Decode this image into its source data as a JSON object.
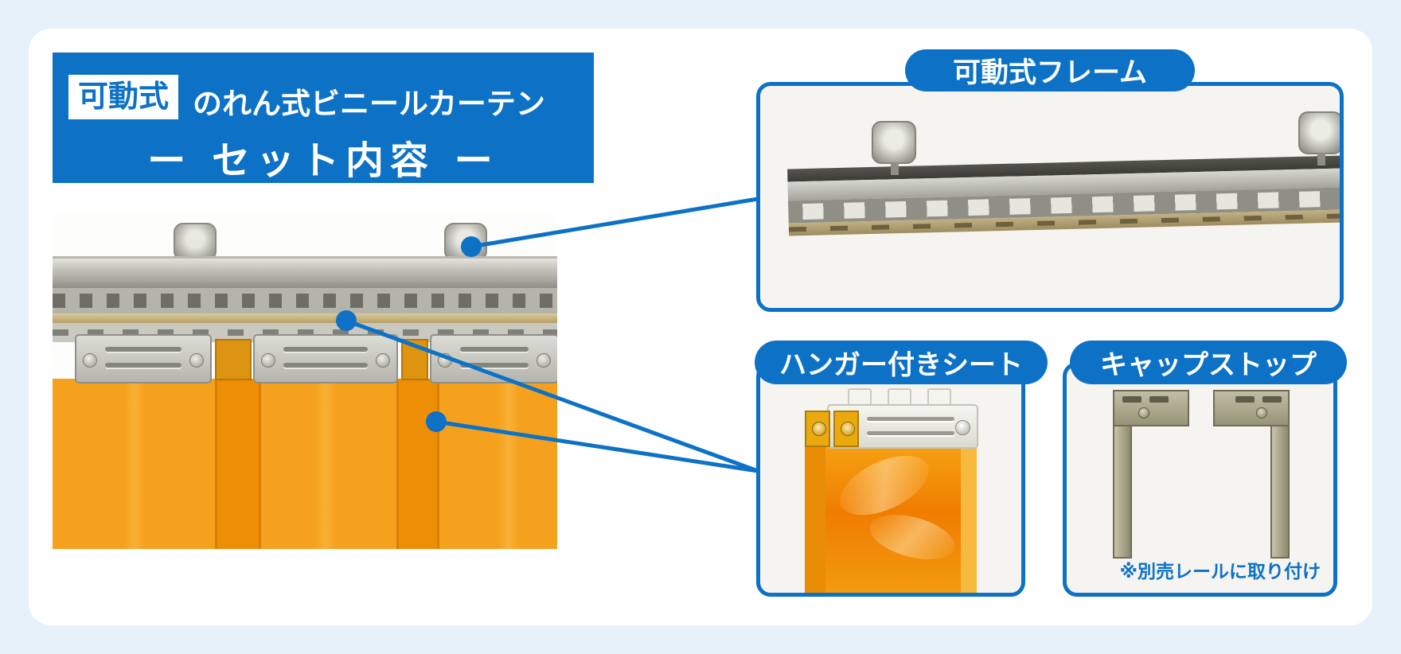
{
  "header": {
    "badge": "可動式",
    "title": "のれん式ビニールカーテン",
    "subtitle": "ー セット内容 ー"
  },
  "panels": {
    "frame_label": "可動式フレーム",
    "sheet_label": "ハンガー付きシート",
    "cap_label": "キャップストップ",
    "cap_note": "※別売レールに取り付け"
  },
  "colors": {
    "accent_blue": "#0d72c6",
    "page_bg": "#e7f1f9",
    "card_bg": "#ffffff",
    "panel_photo_bg": "#f5f4f0",
    "curtain_orange": "#f5a11d",
    "curtain_overlap_orange": "#ee8d06"
  }
}
